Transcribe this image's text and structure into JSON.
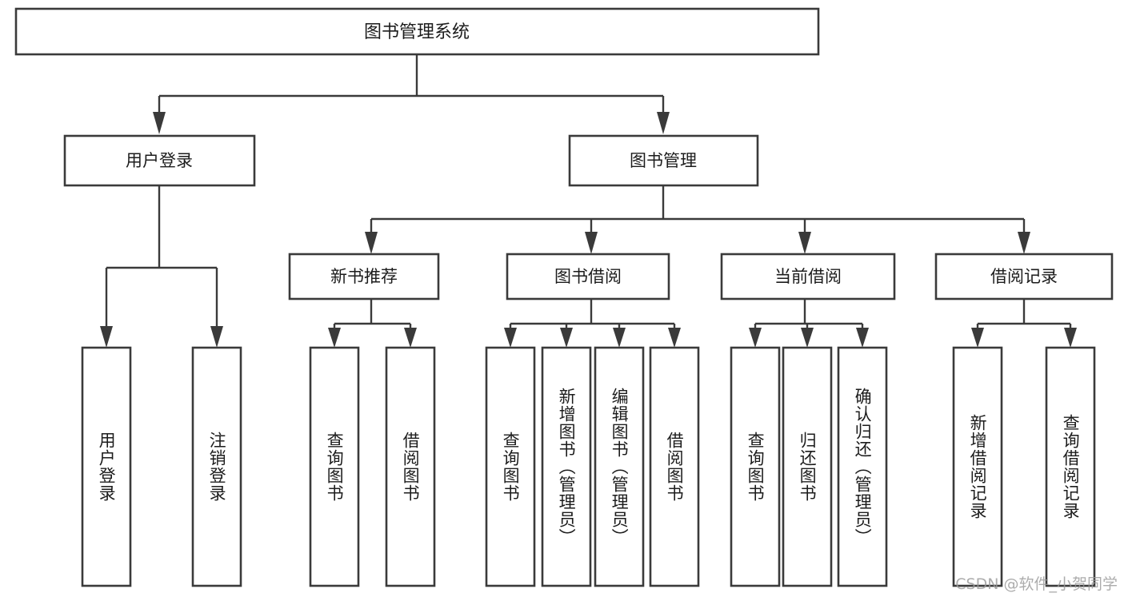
{
  "diagram": {
    "title": "图书管理系统",
    "type": "tree",
    "watermark": "CSDN @软件_小贺同学",
    "colors": {
      "stroke": "#3a3a3a",
      "box_fill": "#ffffff",
      "text": "#1c1c1c",
      "background": "#ffffff",
      "watermark": "#9a9a9a"
    },
    "root": {
      "label": "图书管理系统"
    },
    "level2": [
      {
        "label": "用户登录"
      },
      {
        "label": "图书管理"
      }
    ],
    "level3": [
      {
        "label": "新书推荐"
      },
      {
        "label": "图书借阅"
      },
      {
        "label": "当前借阅"
      },
      {
        "label": "借阅记录"
      }
    ],
    "leaves": {
      "user_login": [
        {
          "label": "用户登录"
        },
        {
          "label": "注销登录"
        }
      ],
      "new_book_recommend": [
        {
          "label": "查询图书"
        },
        {
          "label": "借阅图书"
        }
      ],
      "book_borrow": [
        {
          "label": "查询图书"
        },
        {
          "label": "新增图书（管理员）"
        },
        {
          "label": "编辑图书（管理员）"
        },
        {
          "label": "借阅图书"
        }
      ],
      "current_borrow": [
        {
          "label": "查询图书"
        },
        {
          "label": "归还图书"
        },
        {
          "label": "确认归还（管理员）"
        }
      ],
      "borrow_record": [
        {
          "label": "新增借阅记录"
        },
        {
          "label": "查询借阅记录"
        }
      ]
    }
  }
}
